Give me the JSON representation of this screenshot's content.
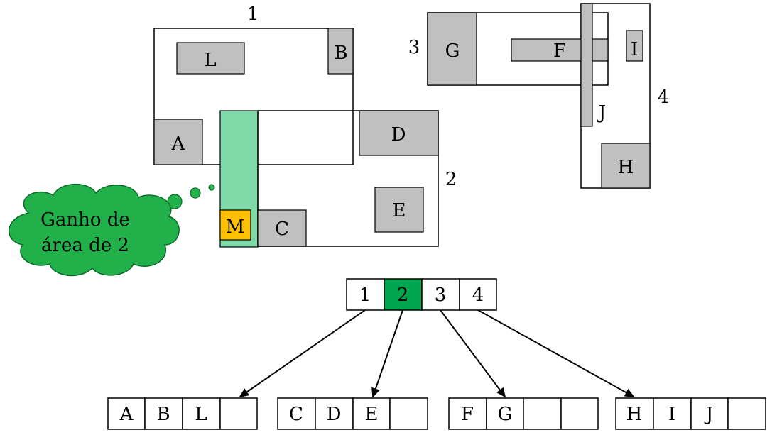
{
  "regions": [
    {
      "id": "region-1",
      "label": "1"
    },
    {
      "id": "region-2",
      "label": "2"
    },
    {
      "id": "region-3",
      "label": "3"
    },
    {
      "id": "region-4",
      "label": "4"
    }
  ],
  "objects": [
    "L",
    "B",
    "A",
    "D",
    "E",
    "M",
    "C",
    "G",
    "F",
    "I",
    "J",
    "H"
  ],
  "thought_bubble": {
    "line1": "Ganho de",
    "line2": "área de 2"
  },
  "root_node": {
    "cells": [
      "1",
      "2",
      "3",
      "4"
    ],
    "highlighted": "2"
  },
  "leaf_nodes": [
    {
      "cells": [
        "A",
        "B",
        "L",
        ""
      ]
    },
    {
      "cells": [
        "C",
        "D",
        "E",
        ""
      ]
    },
    {
      "cells": [
        "F",
        "G",
        "",
        ""
      ]
    },
    {
      "cells": [
        "H",
        "I",
        "J",
        ""
      ]
    }
  ],
  "colors": {
    "object_fill": "#c0c0c0",
    "expansion_fill": "#80d9a8",
    "highlight_cell": "#00a550",
    "new_object": "#ffc000",
    "bubble_fill": "#22b04b"
  }
}
